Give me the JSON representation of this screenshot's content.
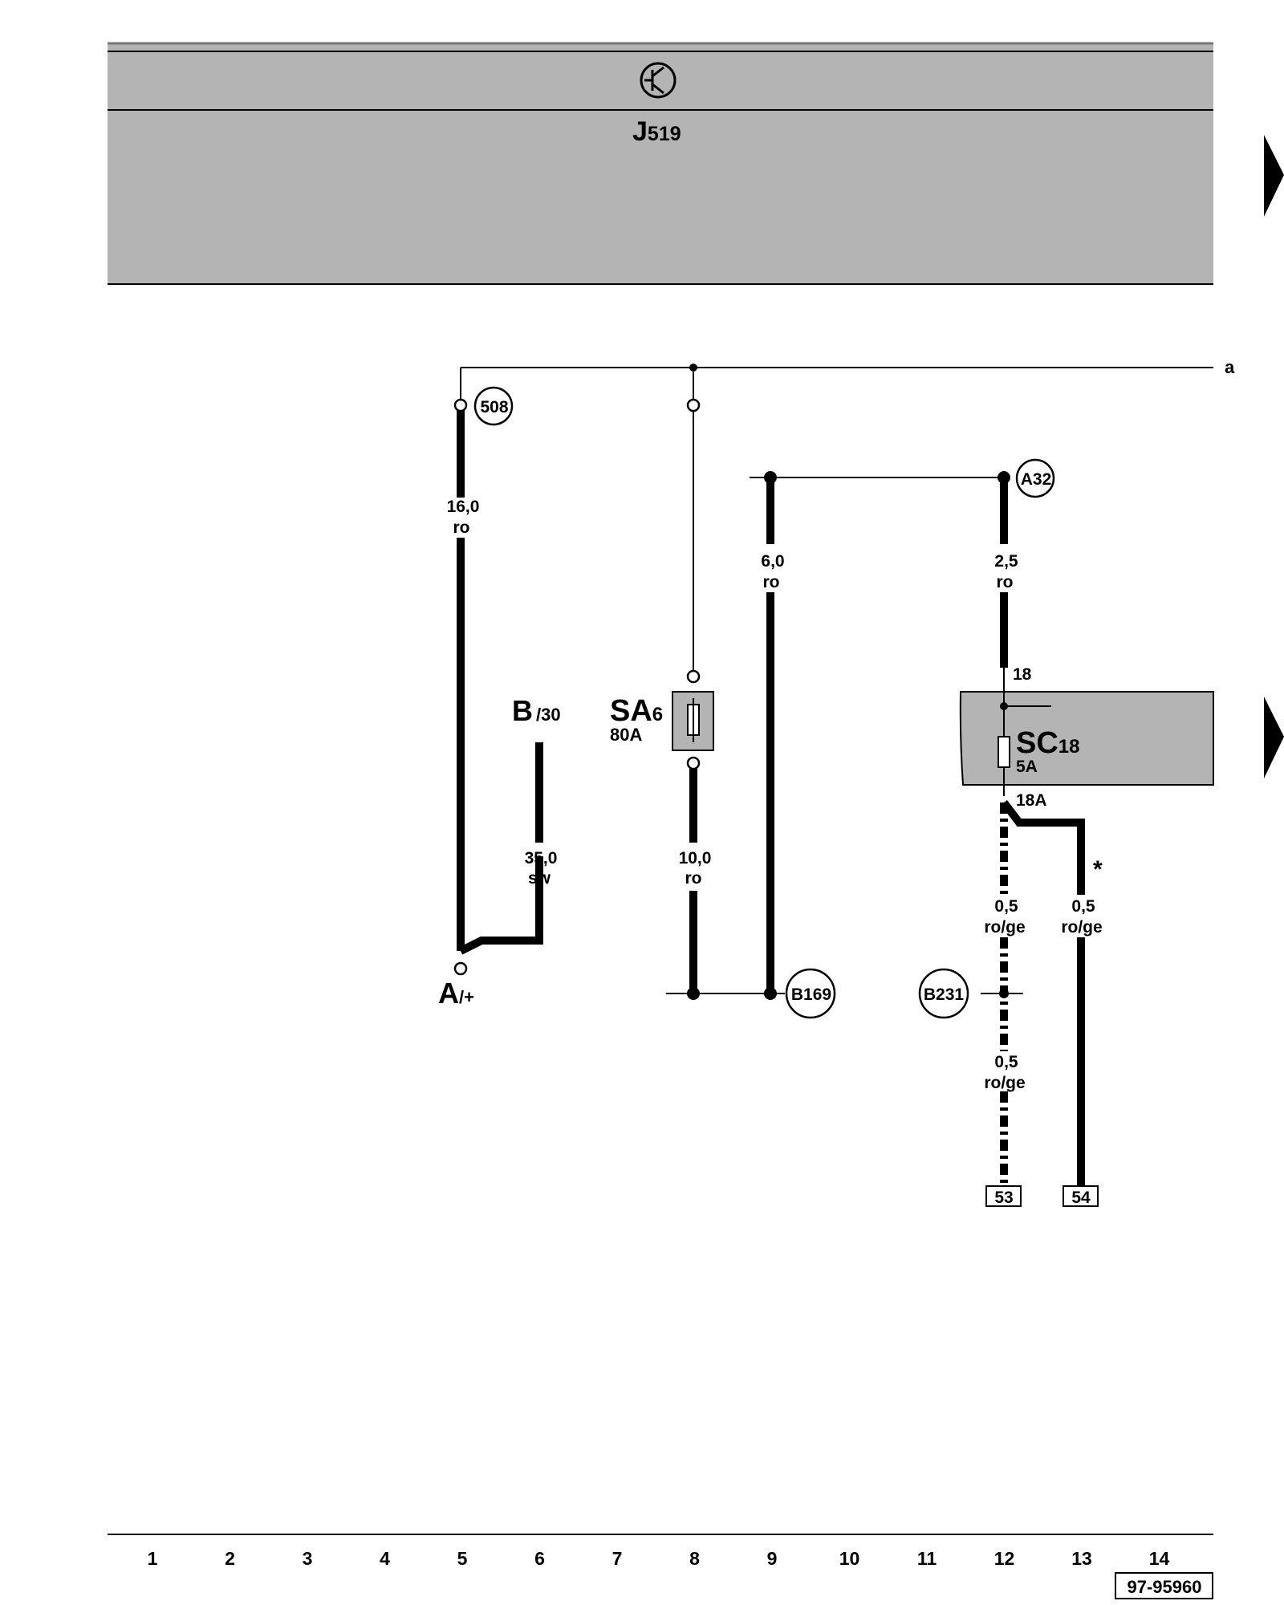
{
  "header": {
    "module": "J",
    "module_sub": "519"
  },
  "components": {
    "battery": {
      "name": "A",
      "terminal": "/+"
    },
    "starter": {
      "name": "B",
      "terminal": "/30"
    },
    "fuse_sa": {
      "name": "SA",
      "number": "6",
      "rating": "80A"
    },
    "fuse_sc": {
      "name": "SC",
      "number": "18",
      "rating": "5A",
      "pin_in": "18",
      "pin_out": "18A"
    }
  },
  "connection_points": {
    "p508": "508",
    "a32": "A32",
    "b169": "B169",
    "b231": "B231"
  },
  "continuation": "a",
  "wires": {
    "w1": {
      "size": "16,0",
      "color": "ro"
    },
    "w2": {
      "size": "35,0",
      "color": "sw"
    },
    "w3": {
      "size": "10,0",
      "color": "ro"
    },
    "w4": {
      "size": "6,0",
      "color": "ro"
    },
    "w5": {
      "size": "2,5",
      "color": "ro"
    },
    "w6": {
      "size": "0,5",
      "color": "ro/ge"
    },
    "w7": {
      "size": "0,5",
      "color": "ro/ge"
    },
    "w8": {
      "size": "0,5",
      "color": "ro/ge"
    }
  },
  "asterisk": "*",
  "terminals": {
    "t53": "53",
    "t54": "54"
  },
  "columns": [
    "1",
    "2",
    "3",
    "4",
    "5",
    "6",
    "7",
    "8",
    "9",
    "10",
    "11",
    "12",
    "13",
    "14"
  ],
  "doc_number": "97-95960"
}
